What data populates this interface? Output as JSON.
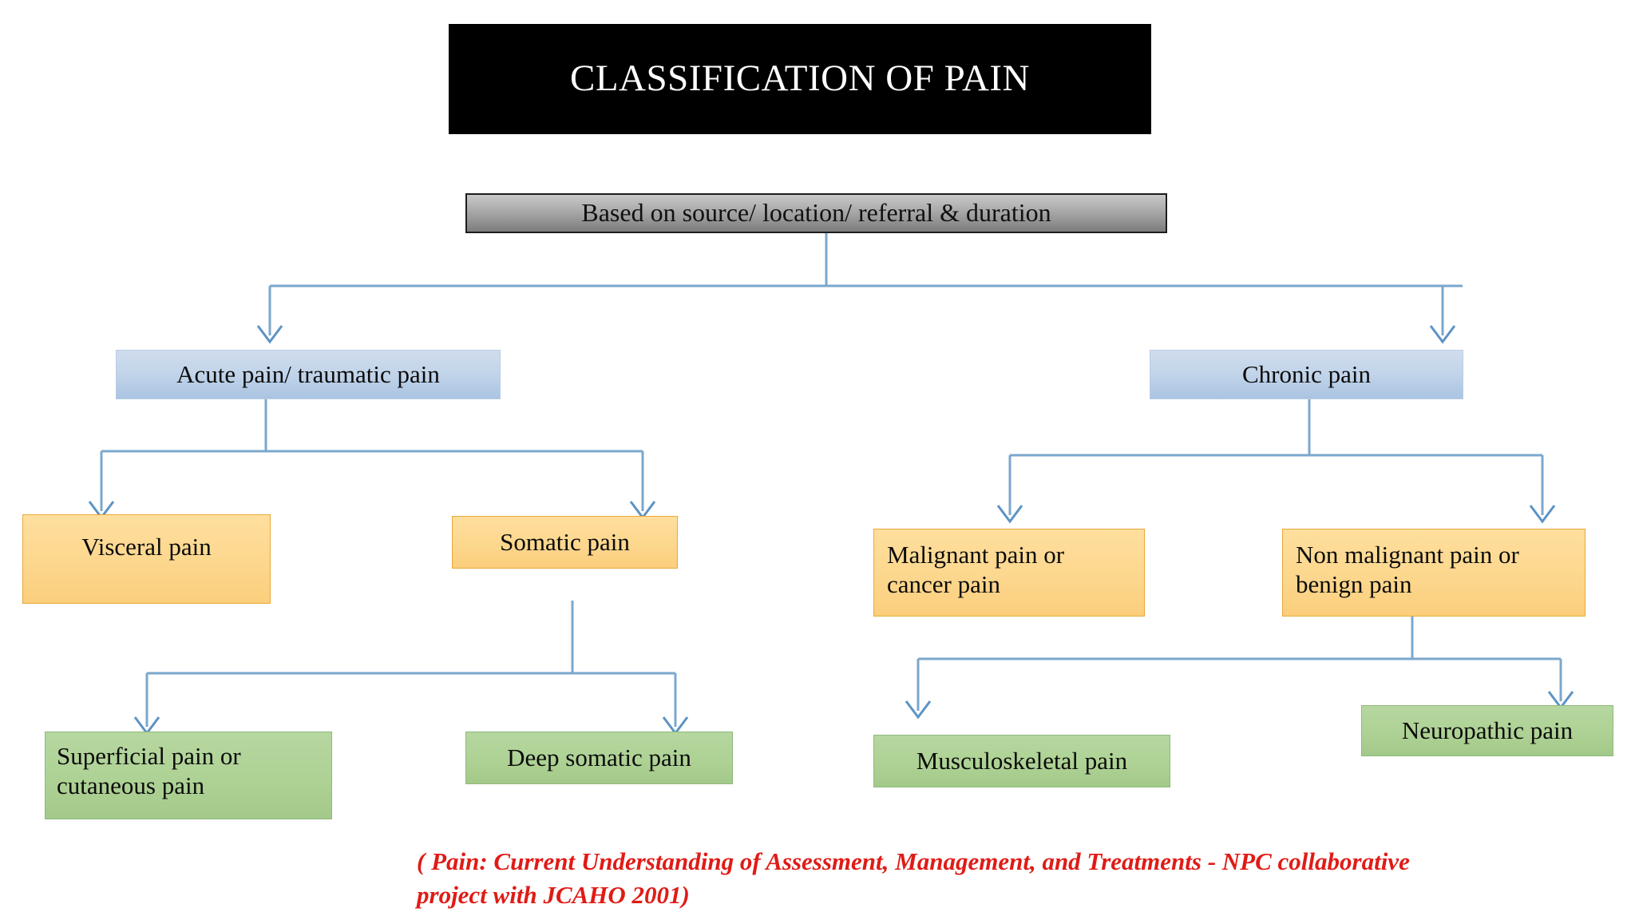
{
  "title": {
    "text": "CLASSIFICATION OF PAIN"
  },
  "root": {
    "label": "Based on source/ location/ referral & duration"
  },
  "level1": [
    {
      "label": "Acute pain/ traumatic pain"
    },
    {
      "label": "Chronic pain"
    }
  ],
  "level2": [
    {
      "label": "Visceral pain"
    },
    {
      "label": "Somatic   pain"
    },
    {
      "label_line1": "Malignant pain or",
      "label_line2": "cancer pain"
    },
    {
      "label_line1": "Non malignant pain or",
      "label_line2": "benign pain"
    }
  ],
  "level3": [
    {
      "label_line1": "Superficial pain or",
      "label_line2": "cutaneous pain"
    },
    {
      "label": "Deep somatic pain"
    },
    {
      "label": "Musculoskeletal pain"
    },
    {
      "label": "Neuropathic pain"
    }
  ],
  "caption": {
    "line1": "( Pain: Current Understanding of Assessment, Management, and Treatments - NPC",
    "line2": "collaborative project with JCAHO 2001)"
  },
  "colors": {
    "title_bg": "#000000",
    "title_fg": "#ffffff",
    "root_bg": "#9a9a9a",
    "blue_bg": "#c3d5ea",
    "orange_bg": "#fcd68c",
    "green_bg": "#aed295",
    "connector": "#7ba7cc",
    "caption_fg": "#e01b16"
  }
}
